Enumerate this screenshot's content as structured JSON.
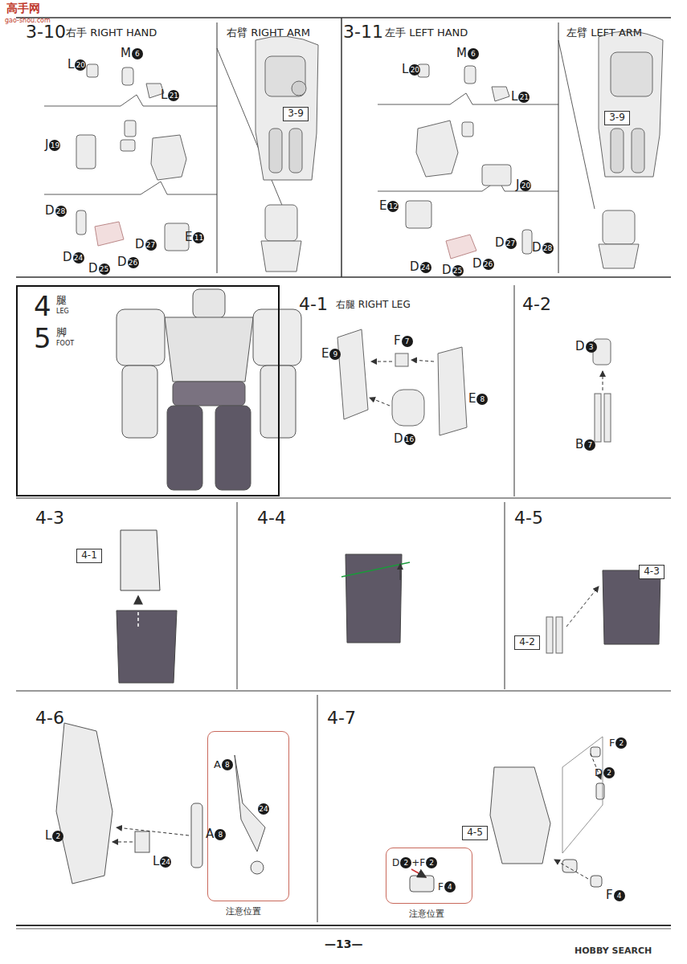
{
  "diagram": {
    "nodes": [
      {
        "text": [
          "3-10",
          "右手 RIGHT HAND"
        ]
      },
      {
        "text": [
          "右臂 RIGHT ARM"
        ]
      },
      {
        "text": [
          "3-9"
        ],
        "in": 1
      },
      {
        "text": [
          "3-11",
          "左手 LEFT HAND"
        ]
      },
      {
        "text": [
          "左臂 LEFT ARM"
        ]
      },
      {
        "text": [
          "3-9"
        ],
        "in": 4
      },
      {
        "text": [
          "4",
          "腿",
          "LEG",
          "5",
          "脚",
          "FOOT"
        ]
      },
      {
        "text": [
          "4-1",
          "右腿 RIGHT LEG"
        ]
      },
      {
        "text": [
          "4-2"
        ]
      },
      {
        "text": [
          "4-3"
        ]
      },
      {
        "text": [
          "4-1"
        ],
        "in": 9
      },
      {
        "text": [
          "4-4"
        ]
      },
      {
        "text": [
          "4-5"
        ]
      },
      {
        "text": [
          "4-3"
        ],
        "in": 12
      },
      {
        "text": [
          "4-2"
        ],
        "in": 12
      },
      {
        "text": [
          "4-6"
        ]
      },
      {
        "text": [
          "注意位置"
        ],
        "in": 15
      },
      {
        "text": [
          "4-7"
        ]
      },
      {
        "text": [
          "4-5"
        ],
        "in": 17
      },
      {
        "text": [
          "注意位置"
        ],
        "in": 17
      }
    ],
    "labels": [
      "高手网",
      "gao-shou.com",
      "L20",
      "M6",
      "L21",
      "J19",
      "D28",
      "D27",
      "E11",
      "D24",
      "D25",
      "D26",
      "L20",
      "M6",
      "L21",
      "J20",
      "E12",
      "D27",
      "D28",
      "D24",
      "D25",
      "D26",
      "E9",
      "F7",
      "E8",
      "D16",
      "D3",
      "B7",
      "L2",
      "L24",
      "A8",
      "A8",
      "24",
      "F2",
      "D2",
      "F4",
      "D2+F2",
      "F4",
      "—13—",
      "HOBBY SEARCH"
    ]
  }
}
